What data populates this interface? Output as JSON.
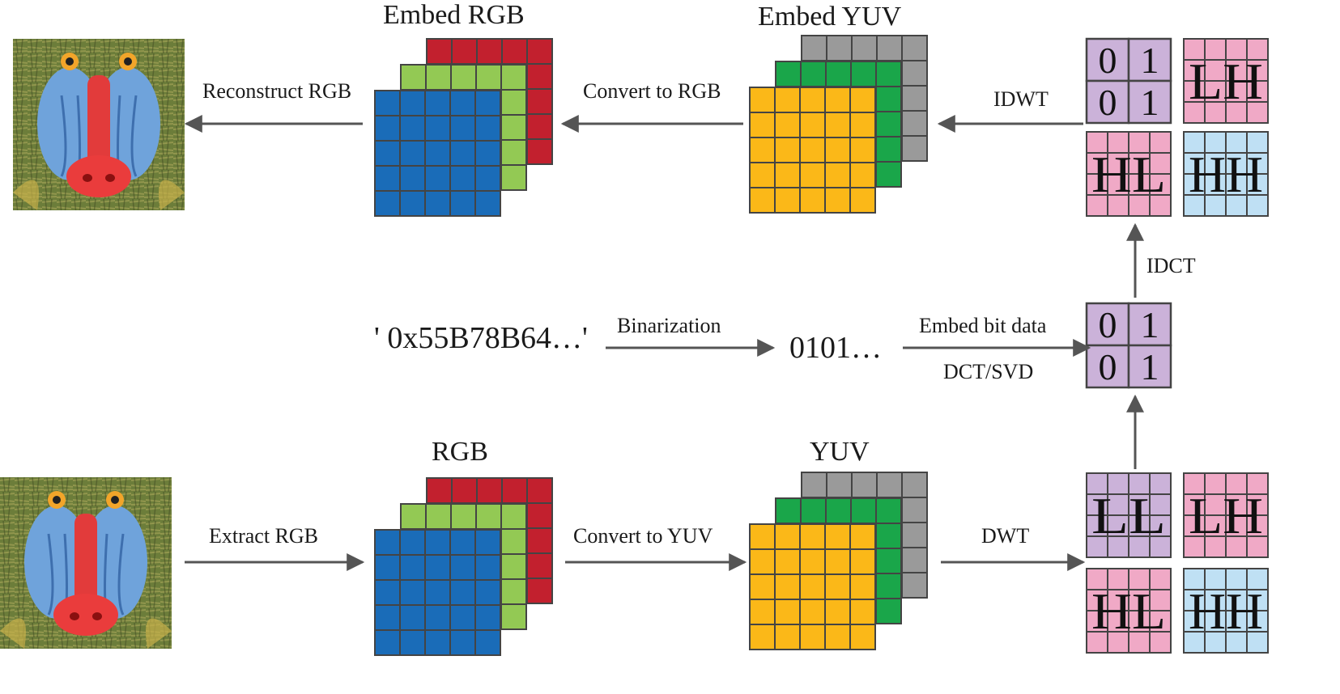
{
  "labels": {
    "embed_rgb": "Embed RGB",
    "embed_yuv": "Embed YUV",
    "rgb": "RGB",
    "yuv": "YUV",
    "reconstruct_rgb": "Reconstruct RGB",
    "convert_to_rgb": "Convert to RGB",
    "idwt": "IDWT",
    "idct": "IDCT",
    "watermark_string": "' 0x55B78B64…'",
    "binarization": "Binarization",
    "bit_string": "0101…",
    "embed_bit_data": "Embed bit data",
    "dct_svd": "DCT/SVD",
    "extract_rgb": "Extract RGB",
    "convert_to_yuv": "Convert to YUV",
    "dwt": "DWT"
  },
  "bit_block": [
    "0",
    "1",
    "0",
    "1"
  ],
  "subbands": {
    "ll": "LL",
    "lh": "LH",
    "hl": "HL",
    "hh": "HH"
  },
  "colors": {
    "red": "#c2202e",
    "green": "#93c954",
    "blue": "#1a6cb8",
    "gray": "#9a9a9a",
    "dark_green": "#1aa64a",
    "yellow": "#fbb818",
    "purple": "#cbb2d9",
    "pink": "#f0a9c6",
    "light_blue": "#bfe0f4",
    "arrow": "#555555"
  }
}
